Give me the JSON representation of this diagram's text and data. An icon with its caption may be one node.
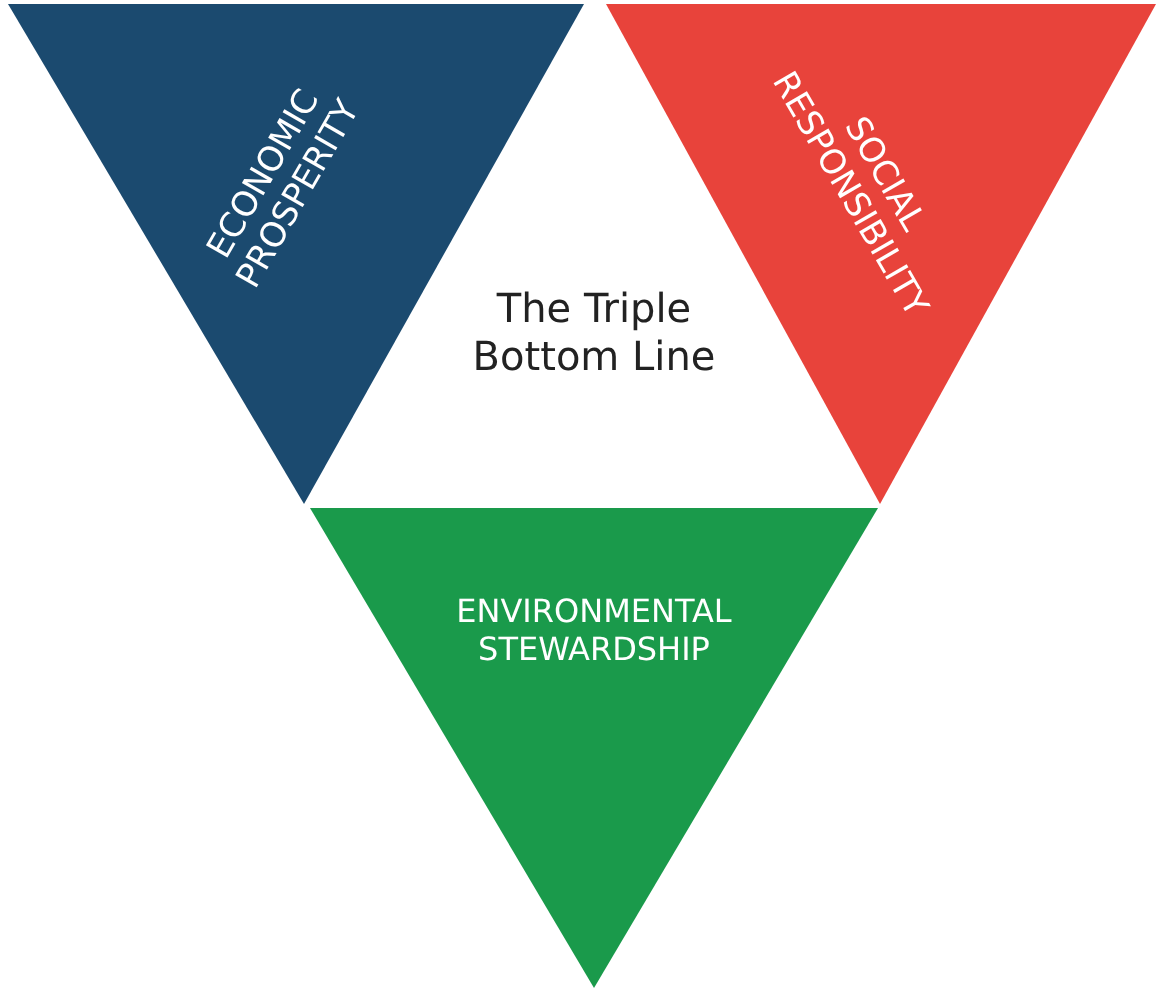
{
  "diagram": {
    "nodes": [
      {
        "text": [
          "ECONOMIC PROSPERITY"
        ]
      },
      {
        "text": [
          "SOCIAL RESPONSIBILITY"
        ]
      },
      {
        "text": [
          "The Triple Bottom Line"
        ]
      },
      {
        "text": [
          "ENVIRONMENTAL STEWARDSHIP"
        ]
      }
    ]
  }
}
